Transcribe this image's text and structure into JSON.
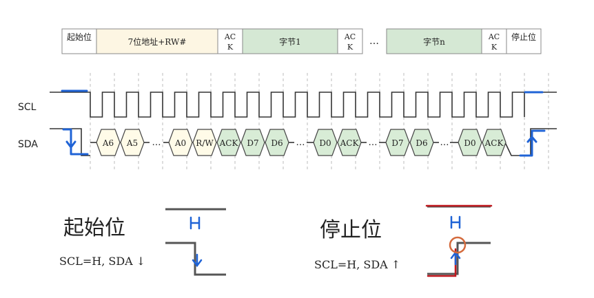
{
  "frame": {
    "start": "起始位",
    "address": "7位地址+RW#",
    "ack": [
      "AC",
      "K"
    ],
    "byte1": "字节1",
    "ellipsis": "…",
    "byten": "字节n",
    "stop": "停止位"
  },
  "signals": {
    "scl": "SCL",
    "sda": "SDA"
  },
  "sda_bits": {
    "a6": "A6",
    "a5": "A5",
    "a0": "A0",
    "rw": "R/W",
    "ack": "ACK",
    "d7": "D7",
    "d6": "D6",
    "d0": "D0",
    "dots": "…"
  },
  "legend": {
    "start_title": "起始位",
    "start_formula": "SCL=H, SDA ↓",
    "stop_title": "停止位",
    "stop_formula": "SCL=H, SDA ↑",
    "h_label": "H"
  },
  "colors": {
    "cream": "#fdf6e3",
    "green": "#d5e8d4",
    "hex_cream": "#fffbe8",
    "hex_green": "#d8ecd6",
    "blue_mark": "#1f63d6",
    "red_mark": "#c0181e",
    "orange_circle": "#d46a3c",
    "line": "#555555"
  }
}
